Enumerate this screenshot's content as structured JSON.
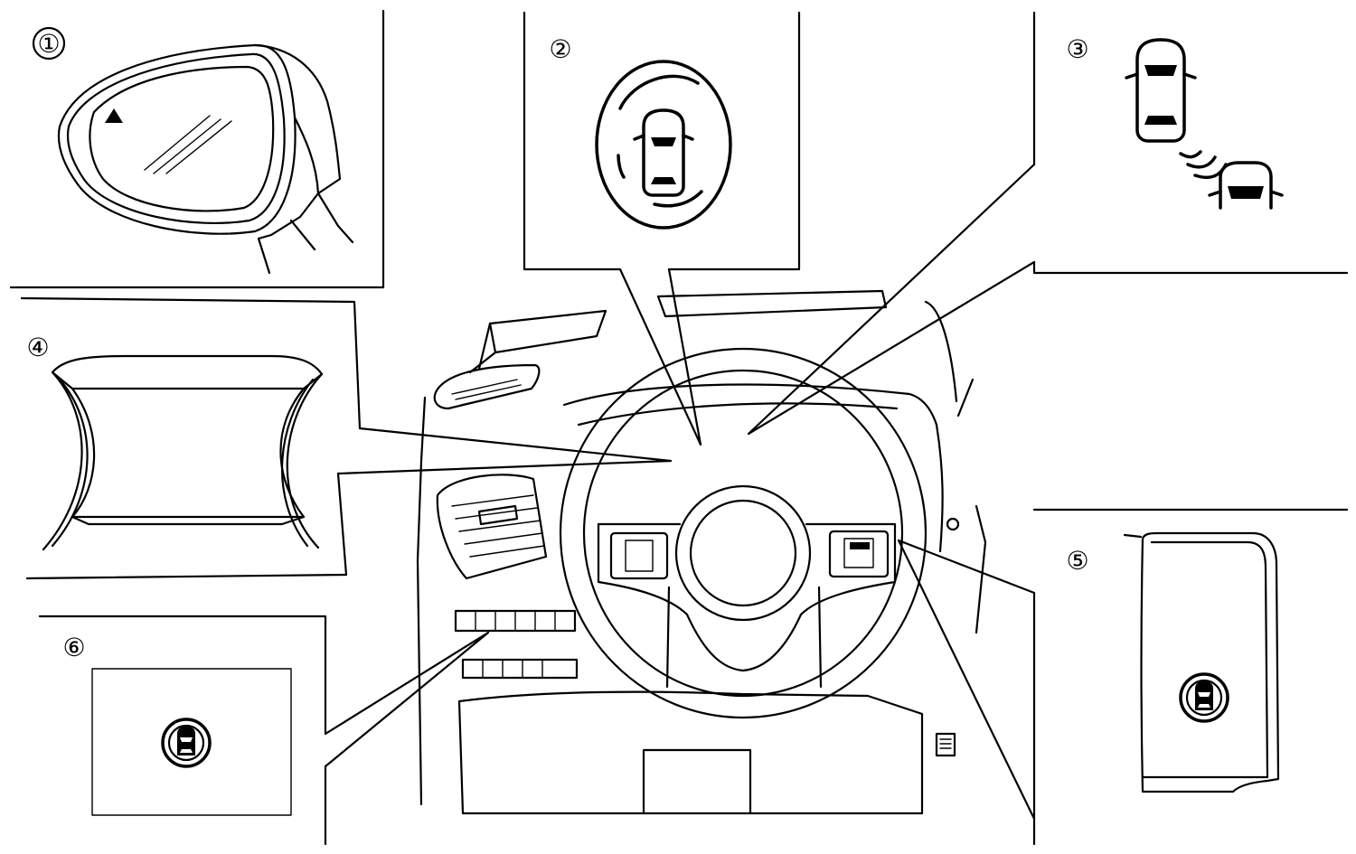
{
  "callouts": [
    {
      "id": 1,
      "label": "①",
      "component": "side-mirror-indicator"
    },
    {
      "id": 2,
      "label": "②",
      "component": "rear-door-alert-icon"
    },
    {
      "id": 3,
      "label": "③",
      "component": "blind-spot-detection-icon"
    },
    {
      "id": 4,
      "label": "④",
      "component": "instrument-cluster-display"
    },
    {
      "id": 5,
      "label": "⑤",
      "component": "steering-wheel-switch"
    },
    {
      "id": 6,
      "label": "⑥",
      "component": "dashboard-switch"
    }
  ],
  "colors": {
    "line": "#000000",
    "background": "#ffffff"
  }
}
